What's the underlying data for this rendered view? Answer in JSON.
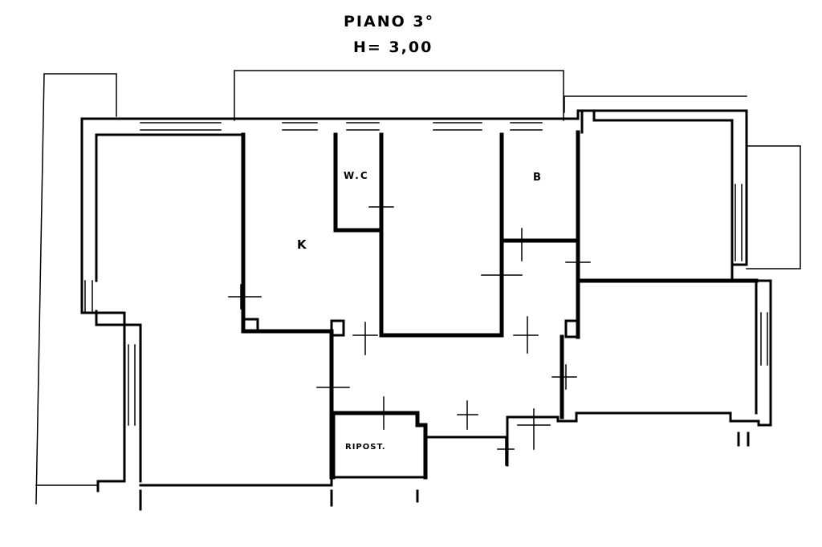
{
  "title": {
    "floor": "PIANO 3°",
    "height": "H= 3,00"
  },
  "rooms": {
    "wc": "W.C",
    "kitchen": "K",
    "bathroom": "B",
    "storage": "RIPOST."
  },
  "colors": {
    "ink": "#000000",
    "paper": "#ffffff"
  }
}
